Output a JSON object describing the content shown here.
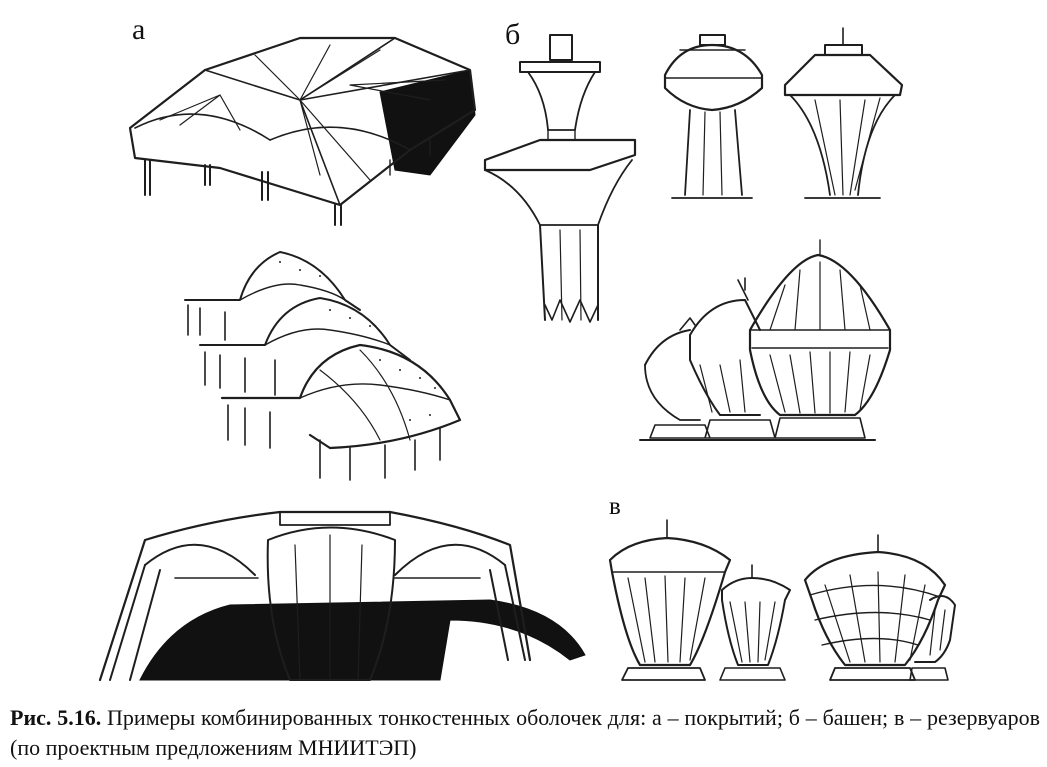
{
  "figure": {
    "label_a": "а",
    "label_b": "б",
    "label_c": "в"
  },
  "caption": {
    "number": "Рис. 5.16.",
    "text": "Примеры комбинированных тонкостенных оболочек для: а – покрытий; б – башен; в – резервуаров (по проектным предложениям МНИИТЭП)"
  }
}
